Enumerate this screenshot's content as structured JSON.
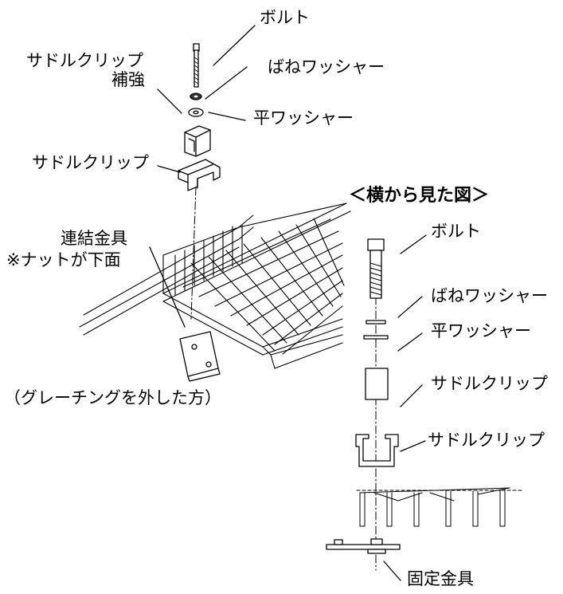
{
  "labels": {
    "bolt_main": "ボルト",
    "spring_washer_main": "ばねワッシャー",
    "saddle_reinforce_1": "サドルクリップ",
    "saddle_reinforce_2": "補強",
    "flat_washer_main": "平ワッシャー",
    "saddle_clip_main": "サドルクリップ",
    "side_view_title": "＜横から見た図＞",
    "bolt_side": "ボルト",
    "connector_1": "連結金具",
    "connector_2": "※ナットが下面",
    "spring_washer_side": "ばねワッシャー",
    "flat_washer_side": "平ワッシャー",
    "saddle_reinforce_side": "サドルクリップ",
    "grating_removed": "（グレーチングを外した方）",
    "saddle_clip_side": "サドルクリップ",
    "fixing_bracket_side": "固定金具"
  },
  "colors": {
    "ink": "#000000",
    "background": "#ffffff"
  }
}
